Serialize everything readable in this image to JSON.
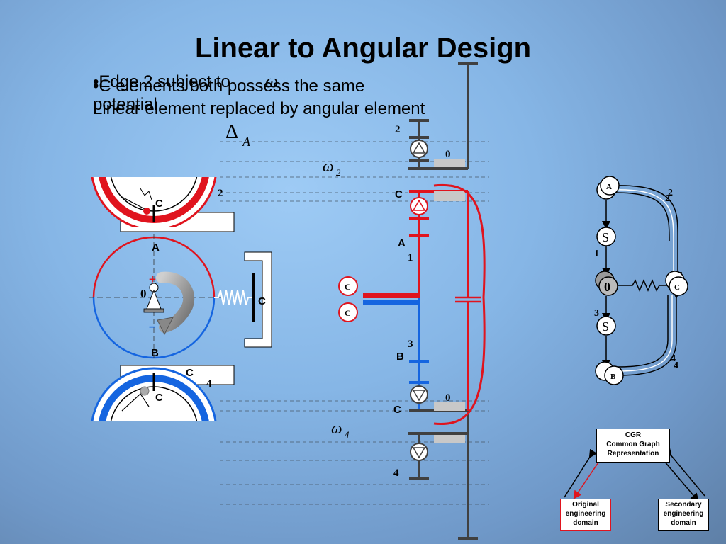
{
  "title": "Linear to Angular Design",
  "bullets": {
    "b1": "•Edge 2 subject to",
    "b1_symbol": "ω",
    "b1_wrap": "potential",
    "b2": "•C elements both possess the same",
    "b3": "Linear element replaced by angular element"
  },
  "mechanism": {
    "label_C": "C",
    "label_A": "A",
    "label_B": "B",
    "label_0": "0",
    "label_2": "2",
    "label_4": "4",
    "plus": "+",
    "minus": "–"
  },
  "linear_graph": {
    "delta": "Δ",
    "delta_sub": "A",
    "omega": "ω",
    "sub2": "2",
    "sub4": "4",
    "n0": "0",
    "n1": "1",
    "n2": "2",
    "n3": "3",
    "n4": "4",
    "A": "A",
    "B": "B",
    "C": "C"
  },
  "graph": {
    "nodeA": "A",
    "nodeB": "B",
    "node0": "0",
    "nodeC": "C",
    "e1": "1",
    "e2": "2",
    "e3": "3",
    "e4": "4",
    "s": "S"
  },
  "cgr": {
    "top_line1": "CGR",
    "top_line2": "Common Graph",
    "top_line3": "Representation",
    "left_line1": "Original",
    "left_line2": "engineering",
    "left_line3": "domain",
    "right_line1": "Secondary",
    "right_line2": "engineering",
    "right_line3": "domain"
  },
  "colors": {
    "red": "#e0141e",
    "blue": "#1565e0",
    "dark": "#404040"
  }
}
